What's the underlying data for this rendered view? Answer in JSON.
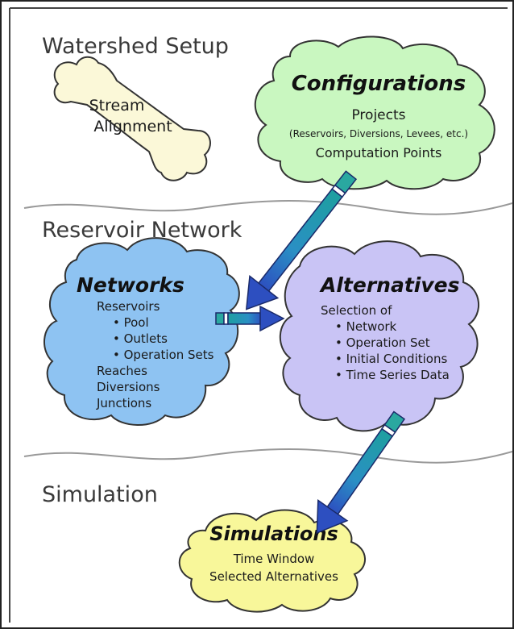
{
  "sections": {
    "watershed": "Watershed Setup",
    "reservoir": "Reservoir Network",
    "simulation": "Simulation"
  },
  "stream": {
    "line1": "Stream",
    "line2": "Alignment"
  },
  "configurations": {
    "title": "Configurations",
    "line1": "Projects",
    "line2": "(Reservoirs, Diversions, Levees, etc.)",
    "line3": "Computation Points"
  },
  "networks": {
    "title": "Networks",
    "items": [
      "Reservoirs",
      "• Pool",
      "• Outlets",
      "• Operation Sets",
      "Reaches",
      "Diversions",
      "Junctions"
    ]
  },
  "alternatives": {
    "title": "Alternatives",
    "items": [
      "Selection of",
      "• Network",
      "• Operation Set",
      "• Initial Conditions",
      "• Time Series Data"
    ]
  },
  "simulations": {
    "title": "Simulations",
    "line1": "Time Window",
    "line2": "Selected Alternatives"
  },
  "colors": {
    "configurations": "#c9f7c0",
    "networks": "#8ec3f2",
    "alternatives": "#c9c4f5",
    "simulations": "#f8f79a",
    "bone": "#fbf8d8",
    "arrow": "#2aa8a0"
  }
}
